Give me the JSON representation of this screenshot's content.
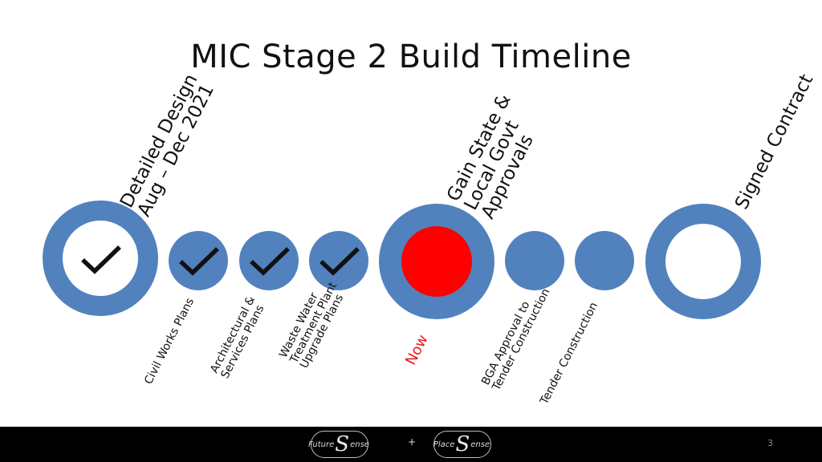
{
  "slide": {
    "title": "MIC Stage 2 Build Timeline",
    "page_number": "3"
  },
  "milestones": {
    "detailed_design": {
      "line1": "Detailed Design",
      "line2": "Aug – Dec 2021"
    },
    "civil_works": {
      "line1": "Civil Works Plans"
    },
    "architectural": {
      "line1": "Architectural &",
      "line2": "Services Plans"
    },
    "waste_water": {
      "line1": "Waste Water",
      "line2": "Treatment Plant",
      "line3": "Upgrade Plans"
    },
    "approvals": {
      "line1": "Gain State &",
      "line2": "Local Govt",
      "line3": "Approvals"
    },
    "now": {
      "label": "Now"
    },
    "bga": {
      "line1": "BGA Approval to",
      "line2": "Tender Construction"
    },
    "tender": {
      "line1": "Tender Construction"
    },
    "signed": {
      "line1": "Signed Contract"
    }
  },
  "footer": {
    "logo1": {
      "left": "Future",
      "s": "S",
      "right": "ense"
    },
    "plus": "+",
    "logo2": {
      "left": "Place",
      "s": "S",
      "right": "ense"
    }
  },
  "colors": {
    "circle": "#5182be",
    "now": "#fe0000",
    "check": "#111111"
  }
}
